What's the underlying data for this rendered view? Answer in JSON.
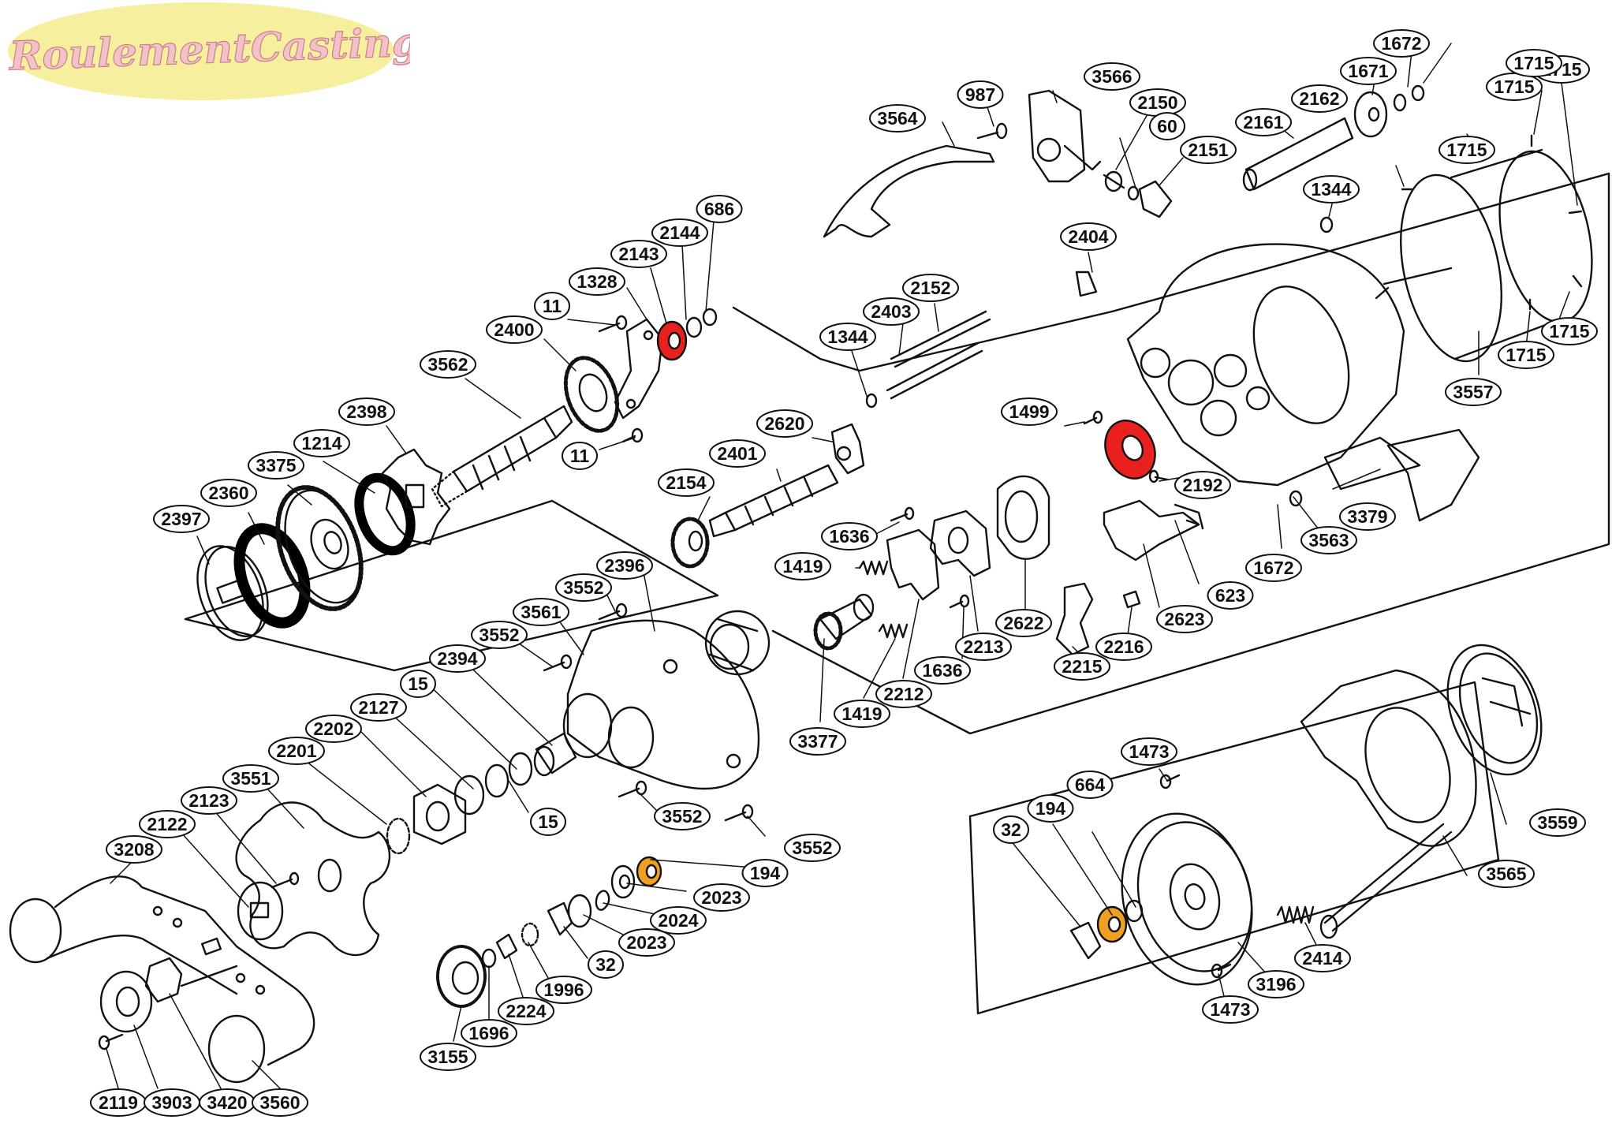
{
  "watermark": {
    "text": "RoulementCasting.com",
    "bg_color": "#f6ef9e",
    "text_color": "#f2c2c8"
  },
  "colors": {
    "line": "#111111",
    "highlight_red": "#e8201e",
    "highlight_orange": "#f0a020",
    "background": "#ffffff"
  },
  "part_labels": [
    "1672",
    "1671",
    "2162",
    "2161",
    "1344",
    "1715",
    "1715",
    "1715",
    "1715",
    "1715",
    "1715",
    "987",
    "3566",
    "3564",
    "2150",
    "60",
    "2151",
    "2404",
    "2152",
    "2403",
    "1344",
    "686",
    "2144",
    "2143",
    "1328",
    "11",
    "2400",
    "3562",
    "2398",
    "1214",
    "3375",
    "2360",
    "2397",
    "11",
    "2620",
    "2401",
    "2154",
    "1499",
    "2192",
    "3379",
    "3563",
    "1672",
    "623",
    "2623",
    "2216",
    "2215",
    "2622",
    "2213",
    "1636",
    "1636",
    "1419",
    "1419",
    "2212",
    "3377",
    "3557",
    "2396",
    "3552",
    "3561",
    "3552",
    "2394",
    "15",
    "2127",
    "2202",
    "2201",
    "3551",
    "2123",
    "2122",
    "3208",
    "15",
    "3552",
    "3552",
    "194",
    "2023",
    "2024",
    "2023",
    "32",
    "1996",
    "2224",
    "1696",
    "3155",
    "2119",
    "3903",
    "3420",
    "3560",
    "1473",
    "664",
    "194",
    "32",
    "3559",
    "3565",
    "2414",
    "3196",
    "1473"
  ],
  "highlighted_parts": [
    {
      "label": "2143",
      "color": "red"
    },
    {
      "label": "1499",
      "color": "red"
    },
    {
      "label": "194",
      "color": "orange"
    },
    {
      "label": "194",
      "color": "orange"
    }
  ]
}
